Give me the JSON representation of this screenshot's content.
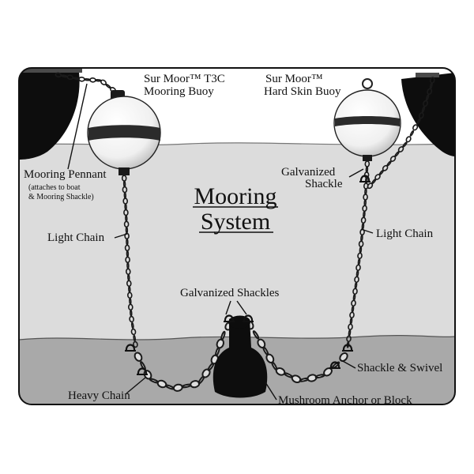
{
  "title": {
    "line1": "Mooring",
    "line2": "System"
  },
  "labels": {
    "buoy_t3c_line1": "Sur Moor™ T3C",
    "buoy_t3c_line2": "Mooring Buoy",
    "buoy_hard_line1": "Sur Moor™",
    "buoy_hard_line2": "Hard Skin Buoy",
    "pennant": "Mooring Pennant",
    "pennant_note1": "(attaches to boat",
    "pennant_note2": "& Mooring Shackle)",
    "galv_shackle_line1": "Galvanized",
    "galv_shackle_line2": "Shackle",
    "light_chain_left": "Light Chain",
    "light_chain_right": "Light Chain",
    "galv_shackles": "Galvanized Shackles",
    "shackle_swivel": "Shackle & Swivel",
    "heavy_chain": "Heavy Chain",
    "anchor": "Mushroom Anchor or Block"
  },
  "colors": {
    "water": "#dcdcdc",
    "seabed": "#a9a9a9",
    "hull": "#0d0d0d",
    "buoy_band": "#2b2b2b",
    "anchor": "#0d0d0d"
  }
}
